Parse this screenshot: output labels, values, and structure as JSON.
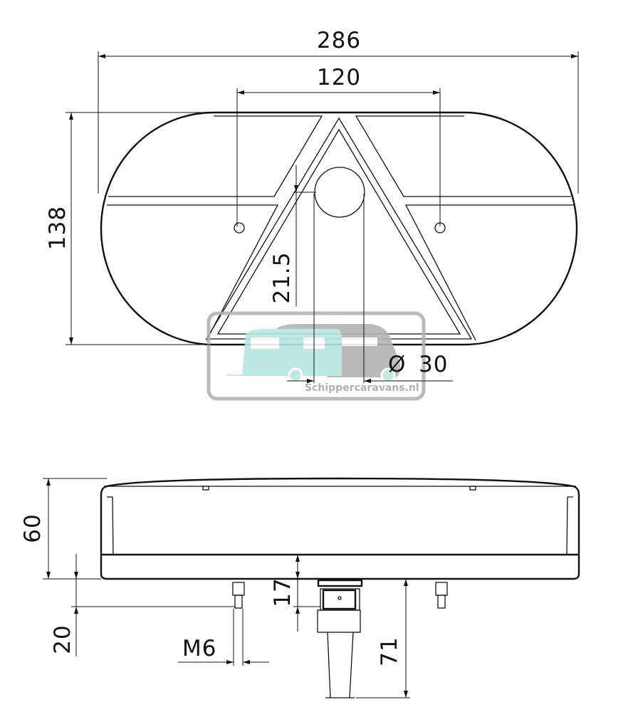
{
  "top_view": {
    "dim_overall_width": "286",
    "dim_hole_spacing": "120",
    "dim_height": "138",
    "dim_hole_offset": "21.5",
    "dim_hole_diameter_symbol": "Ø",
    "dim_hole_diameter": "30"
  },
  "side_view": {
    "dim_depth": "60",
    "dim_bolt_length": "20",
    "dim_connector": "17",
    "dim_cable": "71",
    "dim_thread": "M6"
  },
  "watermark": {
    "text": "Schippercaravans.nl",
    "colors": {
      "caravan": "#b8e6e2",
      "camper": "#b3b3b3",
      "frame": "#b3b3b3"
    }
  }
}
